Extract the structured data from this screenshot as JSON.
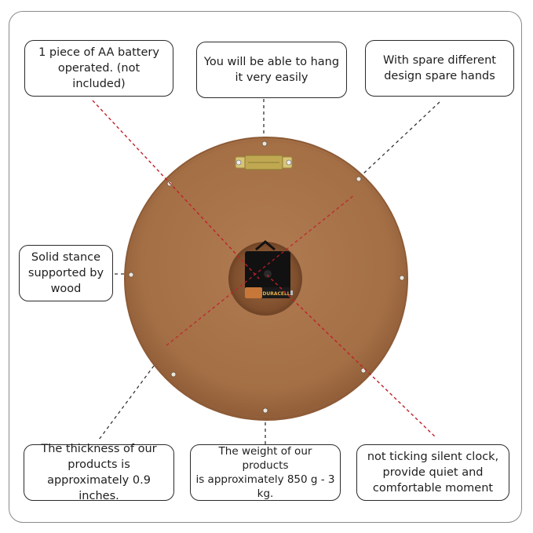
{
  "callouts": {
    "battery": "1 piece of AA battery\noperated. (not included)",
    "hang": "You will be able to hang\nit very easily",
    "hands": "With spare different\ndesign spare hands",
    "stance": "Solid stance\nsupported by\nwood",
    "thickness": "The thickness of our\nproducts is\napproximately 0.9 inches.",
    "weight": "The weight of our products\nis approximately 850 g - 3\nkg.",
    "silent": "not ticking silent clock,\nprovide quiet and\ncomfortable moment"
  },
  "battery_label": "DURACELL",
  "colors": {
    "board": "#a8734a",
    "board_edge": "#8d5b37",
    "recess": "#8c5a35",
    "movement": "#111111",
    "battery_copper": "#c8773a",
    "red_dashes": "#c0202a",
    "dark_dashes": "#333333",
    "hanger": "#c8b058"
  }
}
